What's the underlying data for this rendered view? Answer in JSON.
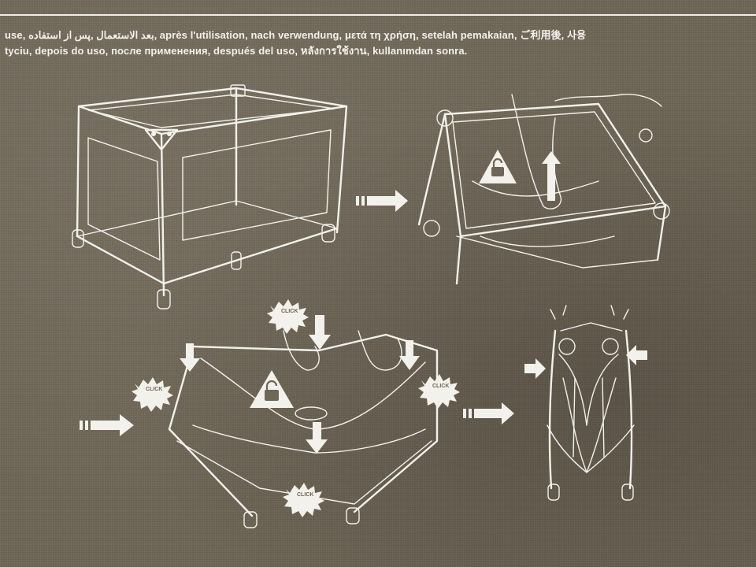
{
  "caption": {
    "line1": "use, بعد الاستعمال ,پس از استفاده, après l'utilisation, nach verwendung, μετά τη χρήση, setelah pemakaian, ご利用後, 사용",
    "line2": "tyciu, depois do uso, после применения, después del uso, หลังการใช้งาน, kullanımdan sonra."
  },
  "labels": {
    "click_1": "CLICK",
    "click_2": "CLICK",
    "click_3": "CLICK",
    "click_4": "CLICK"
  },
  "icons": {
    "lock_warning_1": "unlock-warning-triangle",
    "lock_warning_2": "unlock-warning-triangle",
    "arrow": "right-arrow",
    "up_arrow": "up-arrow",
    "down_arrow": "down-arrow"
  },
  "colors": {
    "fabric": "#6e6656",
    "ink": "#f3f1ec"
  }
}
